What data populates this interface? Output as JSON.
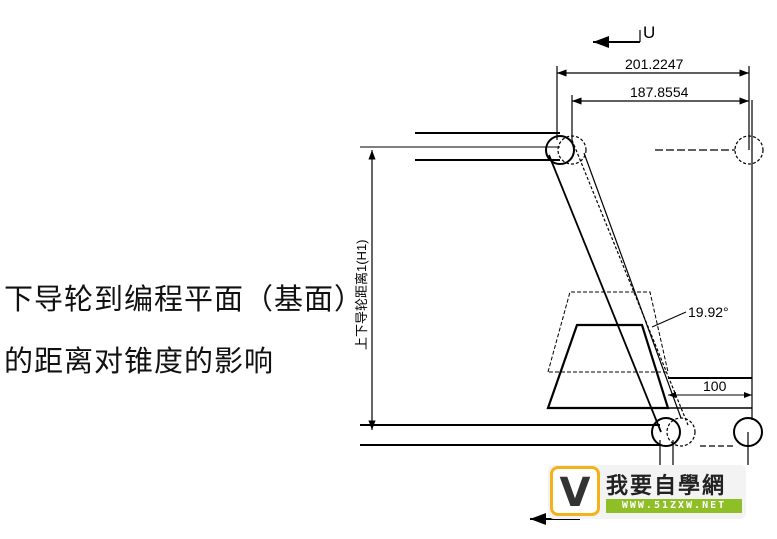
{
  "title_lines": [
    "下导轮到编程平面（基面）",
    "的距离对锥度的影响"
  ],
  "labels": {
    "direction": "U",
    "dim_outer": "201.2247",
    "dim_inner": "187.8554",
    "dim_height": "上下导轮距离1(H1)",
    "angle": "19.92°",
    "dim_bottom": "100"
  },
  "logo": {
    "name": "我要自學網",
    "url": "WWW.51ZXW.NET"
  }
}
